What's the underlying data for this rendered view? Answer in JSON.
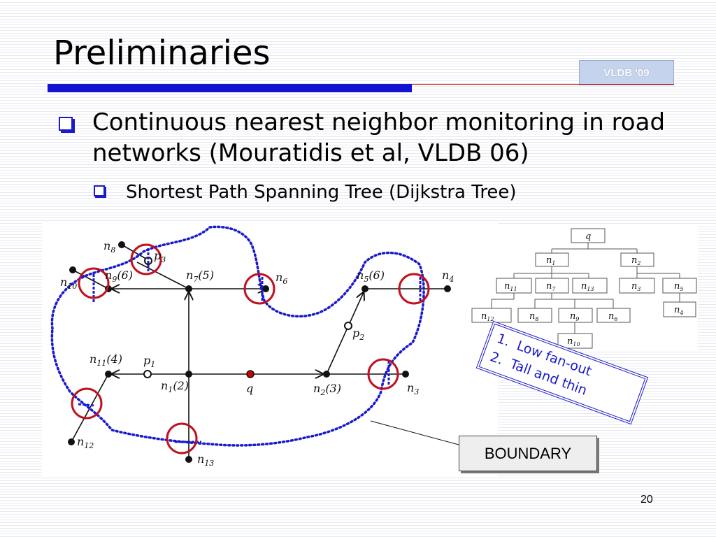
{
  "slide": {
    "title": "Preliminaries",
    "badge": "VLDB '09",
    "bullet1": "Continuous nearest neighbor monitoring in road networks (Mouratidis et al, VLDB 06)",
    "bullet2": "Shortest Path Spanning Tree (Dijkstra Tree)",
    "page_number": "20"
  },
  "graph": {
    "nodes": [
      {
        "name": "n",
        "sub": "8",
        "suffix": ""
      },
      {
        "name": "p",
        "sub": "3",
        "suffix": ""
      },
      {
        "name": "n",
        "sub": "10",
        "suffix": ""
      },
      {
        "name": "n",
        "sub": "9",
        "suffix": "(6)"
      },
      {
        "name": "n",
        "sub": "7",
        "suffix": "(5)"
      },
      {
        "name": "n",
        "sub": "6",
        "suffix": ""
      },
      {
        "name": "n",
        "sub": "5",
        "suffix": "(6)"
      },
      {
        "name": "n",
        "sub": "4",
        "suffix": ""
      },
      {
        "name": "p",
        "sub": "2",
        "suffix": ""
      },
      {
        "name": "n",
        "sub": "11",
        "suffix": "(4)"
      },
      {
        "name": "p",
        "sub": "1",
        "suffix": ""
      },
      {
        "name": "n",
        "sub": "1",
        "suffix": "(2)"
      },
      {
        "name": "q",
        "sub": "",
        "suffix": ""
      },
      {
        "name": "n",
        "sub": "2",
        "suffix": "(3)"
      },
      {
        "name": "n",
        "sub": "3",
        "suffix": ""
      },
      {
        "name": "n",
        "sub": "12",
        "suffix": ""
      },
      {
        "name": "n",
        "sub": "13",
        "suffix": ""
      }
    ]
  },
  "tree": {
    "nodes": [
      {
        "name": "q",
        "sub": ""
      },
      {
        "name": "n",
        "sub": "1"
      },
      {
        "name": "n",
        "sub": "2"
      },
      {
        "name": "n",
        "sub": "11"
      },
      {
        "name": "n",
        "sub": "7"
      },
      {
        "name": "n",
        "sub": "13"
      },
      {
        "name": "n",
        "sub": "3"
      },
      {
        "name": "n",
        "sub": "5"
      },
      {
        "name": "n",
        "sub": "12"
      },
      {
        "name": "n",
        "sub": "8"
      },
      {
        "name": "n",
        "sub": "9"
      },
      {
        "name": "n",
        "sub": "6"
      },
      {
        "name": "n",
        "sub": "4"
      },
      {
        "name": "n",
        "sub": "10"
      }
    ]
  },
  "callout": {
    "items": [
      "Low fan-out",
      "Tall and thin"
    ],
    "numbers": [
      "1.",
      "2."
    ]
  },
  "boundary_label": "BOUNDARY",
  "colors": {
    "accent_blue": "#1212d0",
    "red_circle": "#c0111f",
    "boundary_dotted": "#1a1acc"
  }
}
